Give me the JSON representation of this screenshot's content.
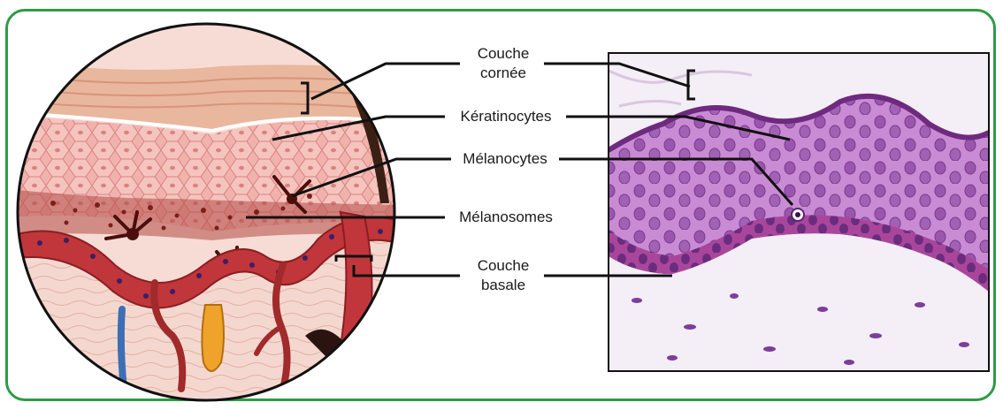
{
  "labels": {
    "couche_cornee": [
      "Couche",
      "cornée"
    ],
    "keratinocytes": "Kératinocytes",
    "melanocytes": "Mélanocytes",
    "melanosomes": "Mélanosomes",
    "couche_basale": [
      "Couche",
      "basale"
    ]
  },
  "colors": {
    "frame_border": "#2e9b45",
    "leader_line": "#111111",
    "histology_purple": "#8a3fa0"
  }
}
